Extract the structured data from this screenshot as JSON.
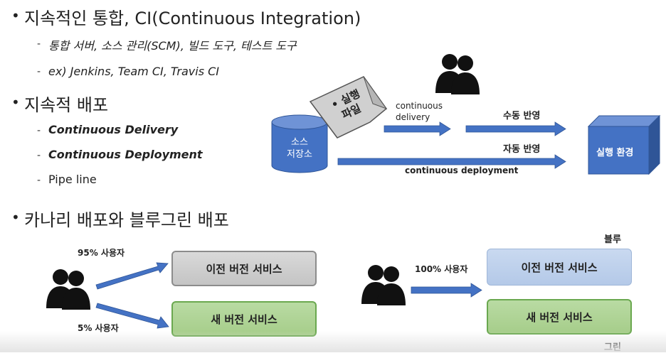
{
  "bullets": [
    {
      "title": "지속적인 통합, CI(Continuous Integration)",
      "items": [
        "통합 서버, 소스 관리(SCM), 빌드 도구, 테스트 도구",
        "ex) Jenkins, Team CI, Travis CI"
      ]
    },
    {
      "title": "지속적 배포",
      "items": [
        "Continuous Delivery",
        "Continuous Deployment",
        "Pipe line"
      ]
    },
    {
      "title": "카나리 배포와 블루그린 배포",
      "items": []
    }
  ],
  "cicd_diagram": {
    "repository_label": "소스\n저장소",
    "artifact_label": "• 실행\n파일",
    "continuous_delivery_label": "continuous\ndelivery",
    "manual_label": "수동 반영",
    "auto_label": "자동 반영",
    "continuous_deployment_label": "continuous deployment",
    "environment_label": "실행 환경",
    "colors": {
      "blue": "#4472c4",
      "blue_dark": "#2f5597",
      "paper": "#cfcfcf"
    }
  },
  "canary_diagram": {
    "label_95": "95% 사용자",
    "label_5": "5% 사용자",
    "old_service": "이전 버전 서비스",
    "new_service": "새 버전 서비스"
  },
  "bluegreen_diagram": {
    "label_100": "100% 사용자",
    "blue_label": "블루",
    "green_label": "그린",
    "old_service": "이전 버전 서비스",
    "new_service": "새 버전 서비스"
  }
}
